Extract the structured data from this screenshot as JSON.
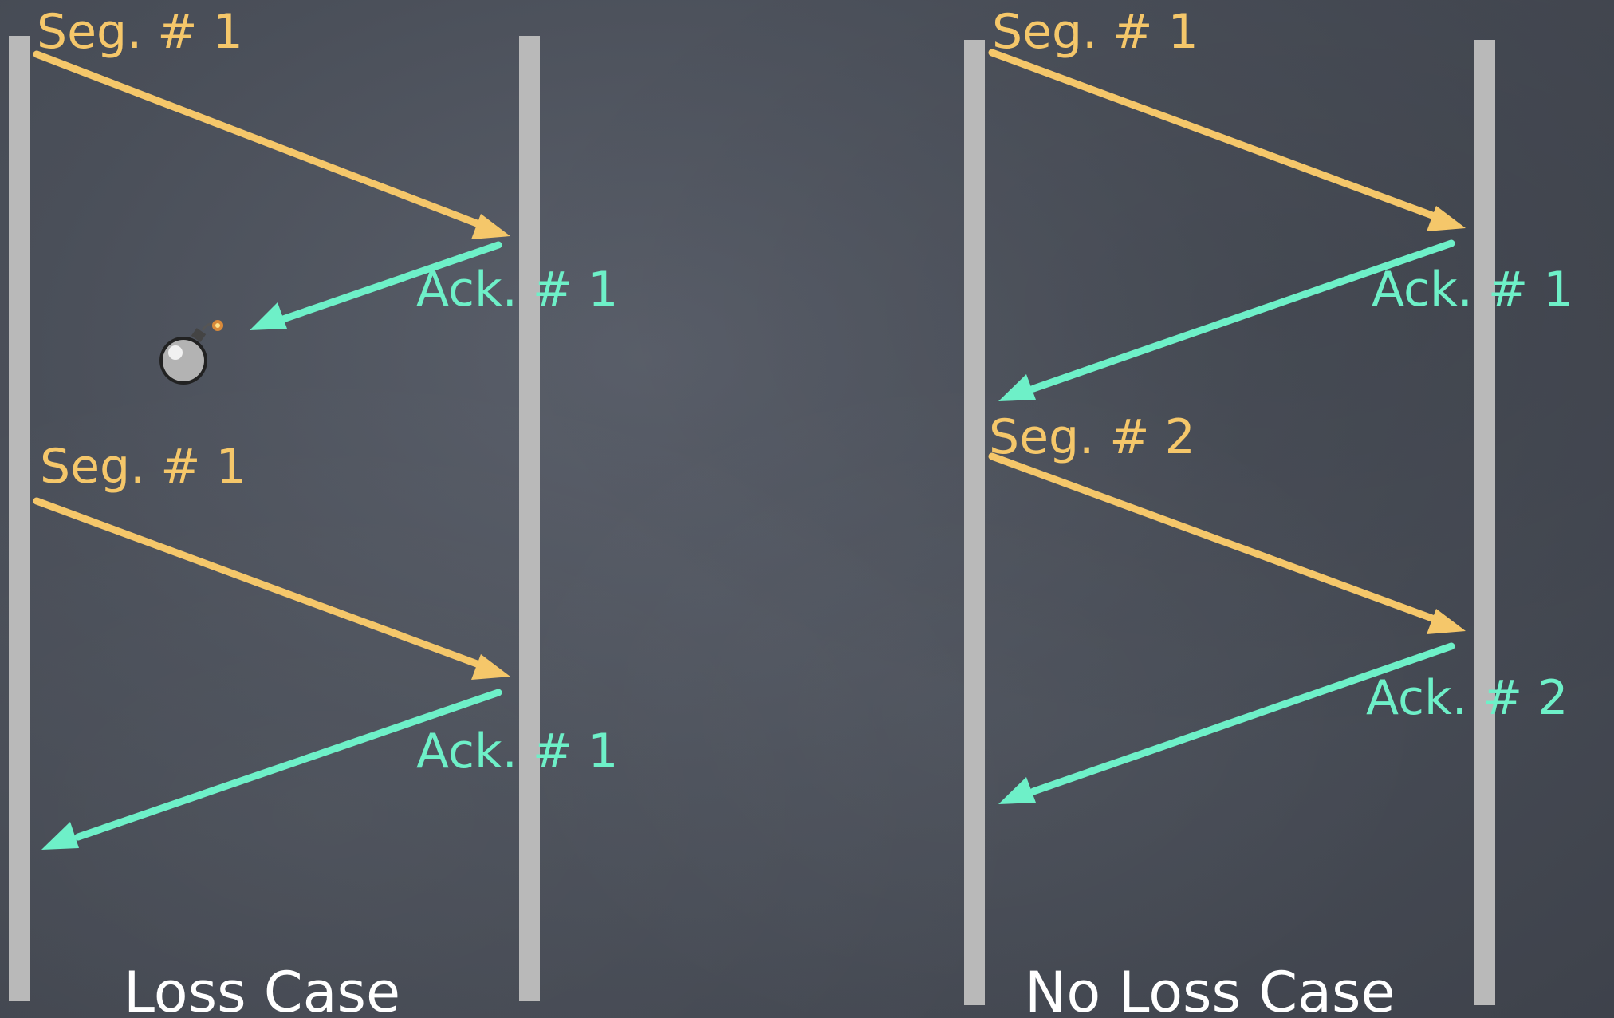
{
  "loss_case": {
    "caption": "Loss Case",
    "seg_1_label": "Seg. # 1",
    "ack_1_label": "Ack. # 1",
    "seg_1_retx_label": "Seg. # 1",
    "ack_1_retx_label": "Ack. # 1",
    "lost_marker_icon": "bomb-icon"
  },
  "no_loss_case": {
    "caption": "No Loss Case",
    "seg_1_label": "Seg. # 1",
    "ack_1_label": "Ack. # 1",
    "seg_2_label": "Seg. # 2",
    "ack_2_label": "Ack. # 2"
  },
  "colors": {
    "segment": "#f5c76a",
    "ack": "#6ef0c8",
    "timeline": "#b9b9b9",
    "background": "#4a4f59"
  }
}
